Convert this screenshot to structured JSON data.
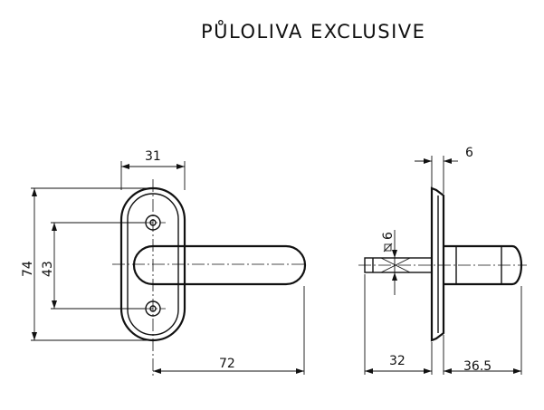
{
  "title": "PŮLOLIVA EXCLUSIVE",
  "dimensions": {
    "rose_width": "31",
    "rose_height": "74",
    "screw_spacing": "43",
    "lever_length": "72",
    "rose_thickness": "6",
    "square_spindle": "6",
    "spindle_length": "32",
    "lever_depth": "36.5"
  },
  "colors": {
    "line": "#111111",
    "background": "#ffffff"
  }
}
